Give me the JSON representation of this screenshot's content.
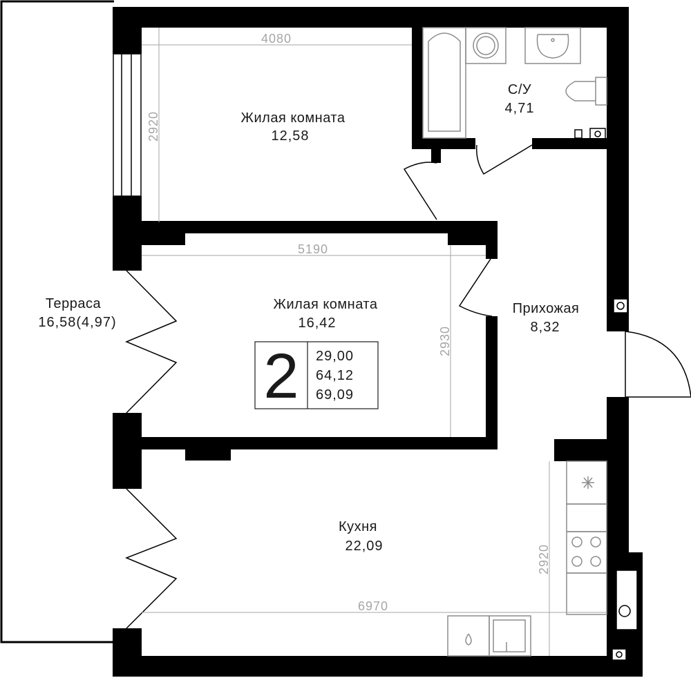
{
  "rooms": {
    "living_room_1": {
      "name": "Жилая комната",
      "area": "12,58"
    },
    "bathroom": {
      "name": "С/У",
      "area": "4,71"
    },
    "living_room_2": {
      "name": "Жилая комната",
      "area": "16,42"
    },
    "hallway": {
      "name": "Прихожая",
      "area": "8,32"
    },
    "terrace": {
      "name": "Терраса",
      "area": "16,58(4,97)"
    },
    "kitchen": {
      "name": "Кухня",
      "area": "22,09"
    }
  },
  "dimensions": {
    "living_room_1_width": "4080",
    "living_room_1_depth": "2920",
    "living_room_2_width": "5190",
    "living_room_2_depth": "2930",
    "kitchen_width": "6970",
    "kitchen_depth": "2920"
  },
  "badge": {
    "room_count": "2",
    "living_area": "29,00",
    "total_area": "64,12",
    "total_with_terrace": "69,09"
  },
  "colors": {
    "wall": "#000000",
    "dimension": "#a6a6a6",
    "fixture": "#8c8c8c",
    "text": "#1a1a1a"
  }
}
